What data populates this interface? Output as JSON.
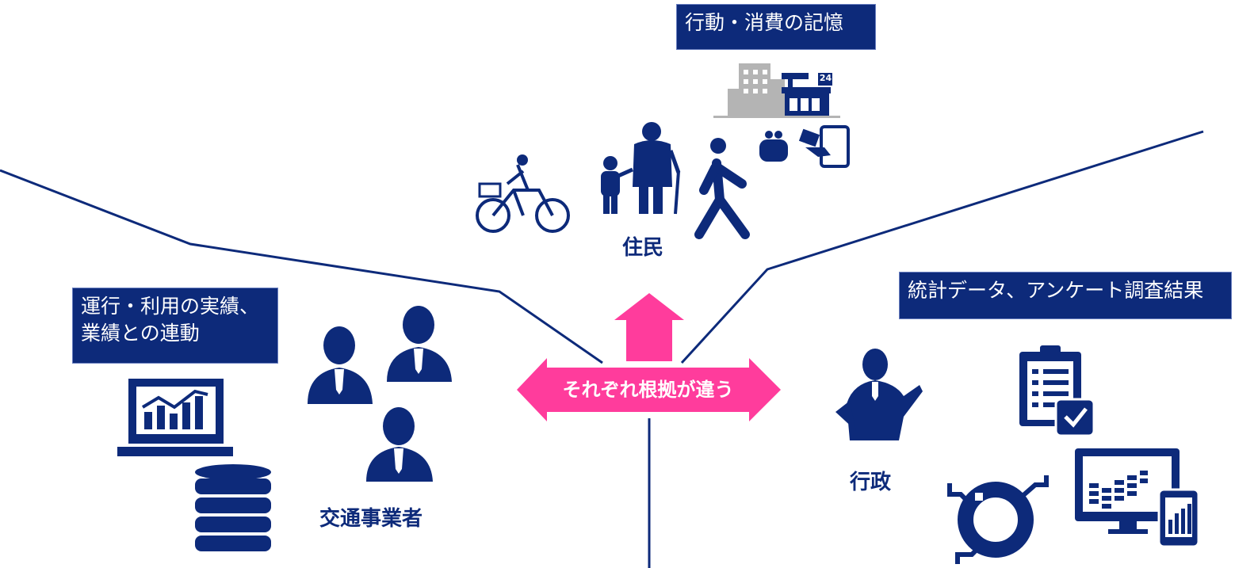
{
  "boxes": {
    "residents_box": "行動・消費の記憶",
    "operator_box_line1": "運行・利用の実績、",
    "operator_box_line2": "業績との連動",
    "government_box": "統計データ、アンケート調査結果"
  },
  "labels": {
    "residents": "住民",
    "operators": "交通事業者",
    "government": "行政"
  },
  "center": {
    "arrow_text": "それぞれ根拠が違う"
  },
  "icons": {
    "store_badge": "24"
  },
  "colors": {
    "navy": "#0d2a7a",
    "pink": "#ff3c9c",
    "gray": "#b4b4b4"
  }
}
